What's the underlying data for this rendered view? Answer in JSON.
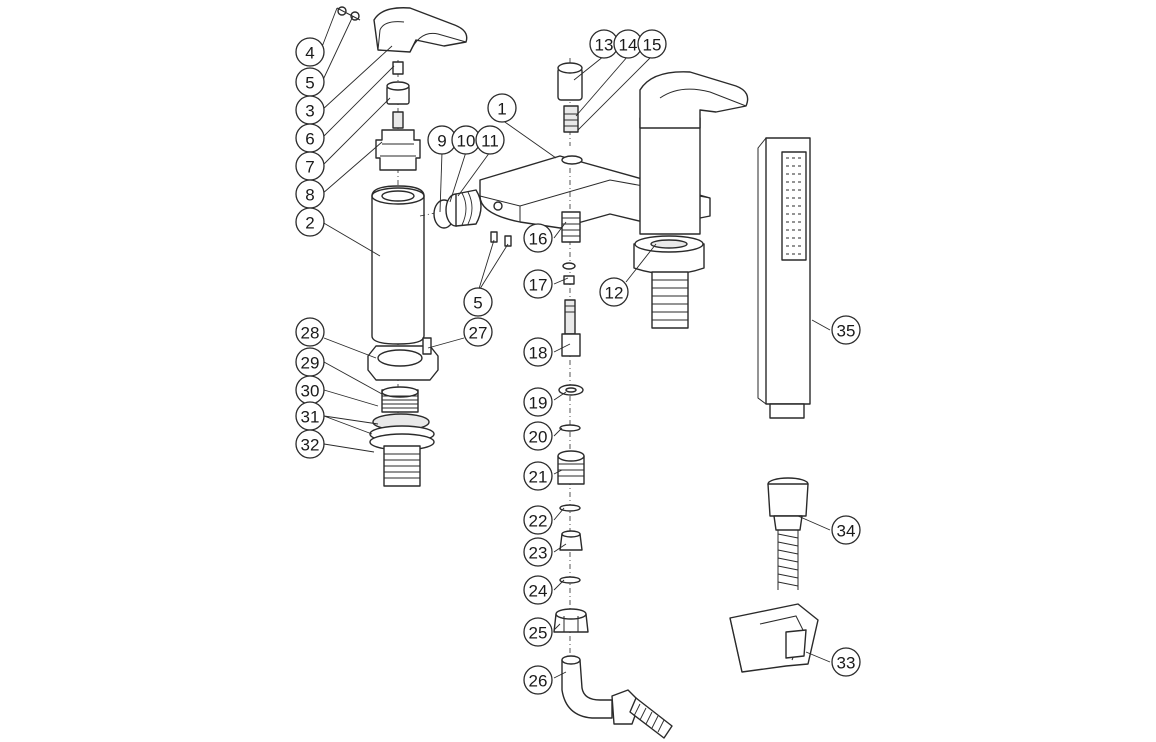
{
  "callouts": [
    {
      "id": "c4",
      "label": "4"
    },
    {
      "id": "c5a",
      "label": "5"
    },
    {
      "id": "c3",
      "label": "3"
    },
    {
      "id": "c6",
      "label": "6"
    },
    {
      "id": "c7",
      "label": "7"
    },
    {
      "id": "c8",
      "label": "8"
    },
    {
      "id": "c2",
      "label": "2"
    },
    {
      "id": "c9",
      "label": "9"
    },
    {
      "id": "c10",
      "label": "10"
    },
    {
      "id": "c11",
      "label": "11"
    },
    {
      "id": "c1",
      "label": "1"
    },
    {
      "id": "c13",
      "label": "13"
    },
    {
      "id": "c14",
      "label": "14"
    },
    {
      "id": "c15",
      "label": "15"
    },
    {
      "id": "c16",
      "label": "16"
    },
    {
      "id": "c17",
      "label": "17"
    },
    {
      "id": "c12",
      "label": "12"
    },
    {
      "id": "c5b",
      "label": "5"
    },
    {
      "id": "c28",
      "label": "28"
    },
    {
      "id": "c27",
      "label": "27"
    },
    {
      "id": "c29",
      "label": "29"
    },
    {
      "id": "c18",
      "label": "18"
    },
    {
      "id": "c30",
      "label": "30"
    },
    {
      "id": "c19",
      "label": "19"
    },
    {
      "id": "c31",
      "label": "31"
    },
    {
      "id": "c32",
      "label": "32"
    },
    {
      "id": "c20",
      "label": "20"
    },
    {
      "id": "c21",
      "label": "21"
    },
    {
      "id": "c35",
      "label": "35"
    },
    {
      "id": "c22",
      "label": "22"
    },
    {
      "id": "c23",
      "label": "23"
    },
    {
      "id": "c24",
      "label": "24"
    },
    {
      "id": "c25",
      "label": "25"
    },
    {
      "id": "c26",
      "label": "26"
    },
    {
      "id": "c34",
      "label": "34"
    },
    {
      "id": "c33",
      "label": "33"
    }
  ]
}
